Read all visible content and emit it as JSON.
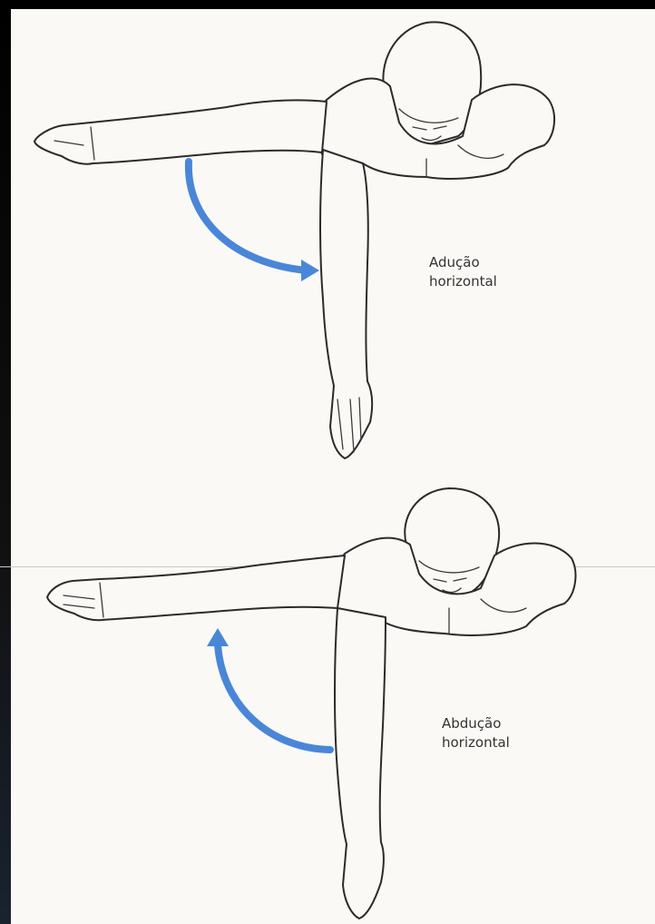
{
  "diagrams": [
    {
      "label_line1": "Adução",
      "label_line2": "horizontal",
      "arrow_color": "#4a86d8",
      "arrow_icon": "curved-arrow-right-icon"
    },
    {
      "label_line1": "Abdução",
      "label_line2": "horizontal",
      "arrow_color": "#4a86d8",
      "arrow_icon": "curved-arrow-up-icon"
    }
  ]
}
